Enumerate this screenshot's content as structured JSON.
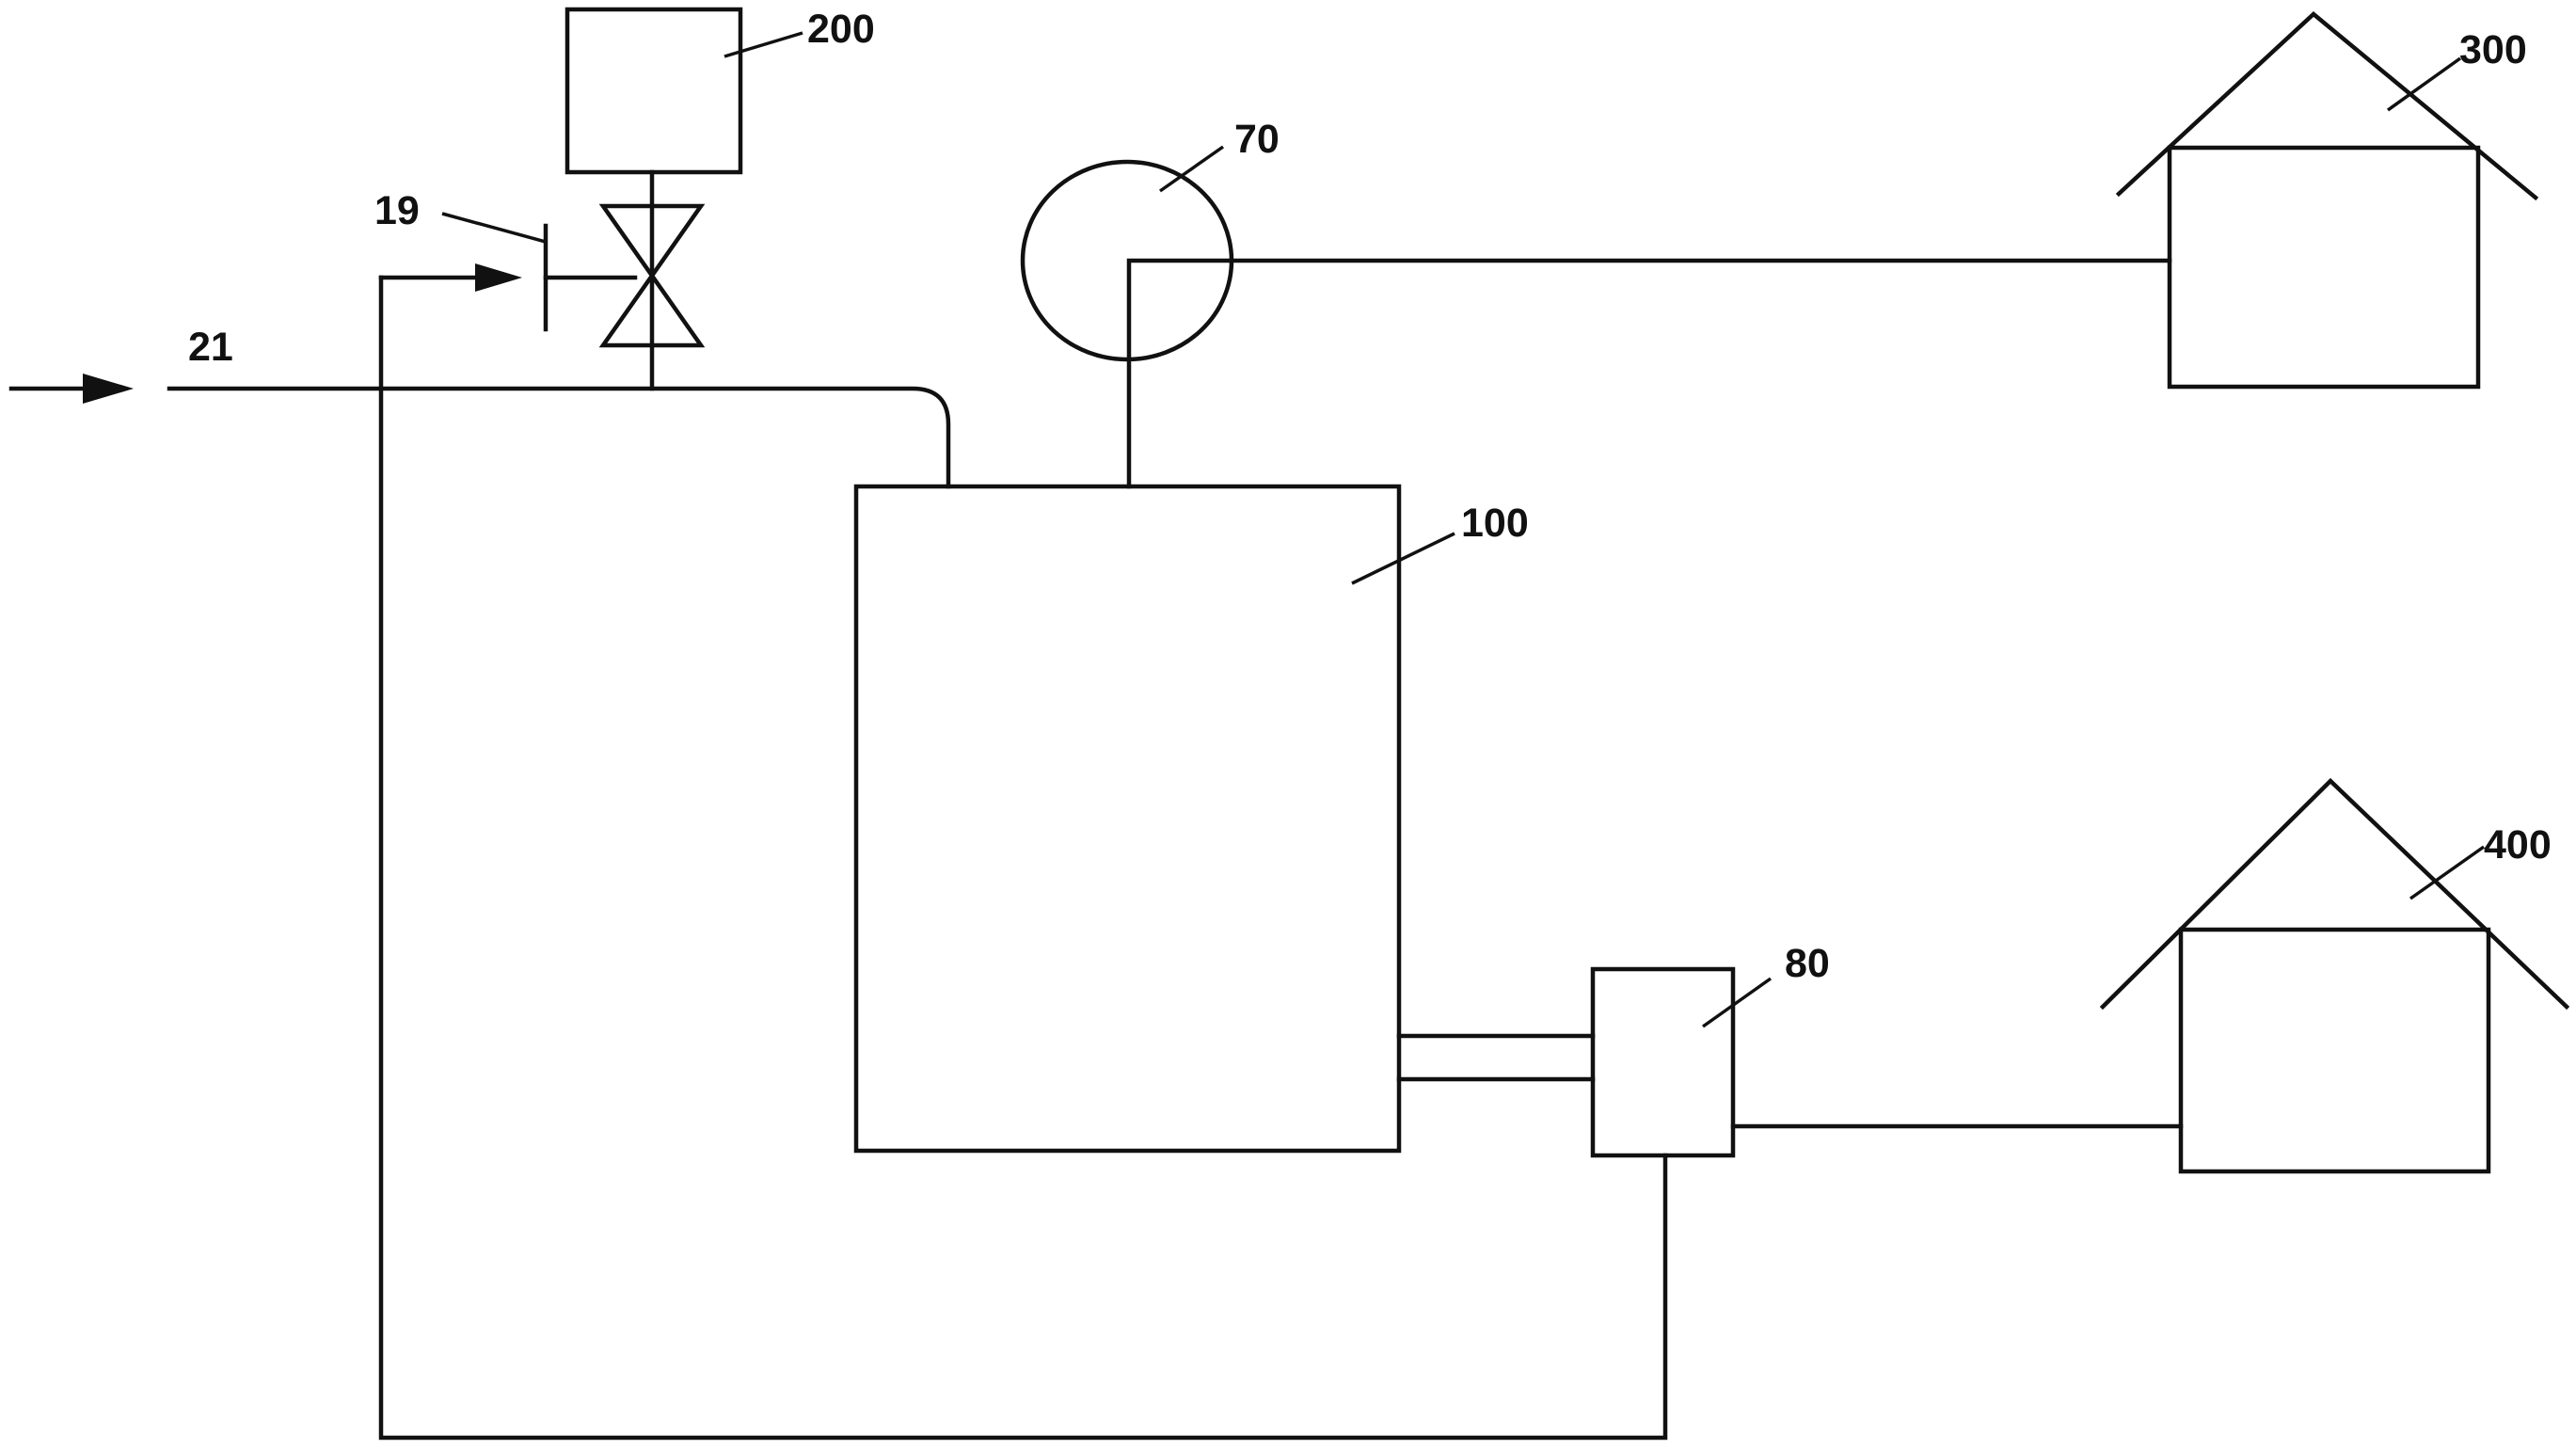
{
  "labels": {
    "boiler": "100",
    "valve_actuator": "200",
    "house_upper": "300",
    "house_lower": "400",
    "meter": "70",
    "controller": "80",
    "valve": "19",
    "inlet": "21"
  }
}
